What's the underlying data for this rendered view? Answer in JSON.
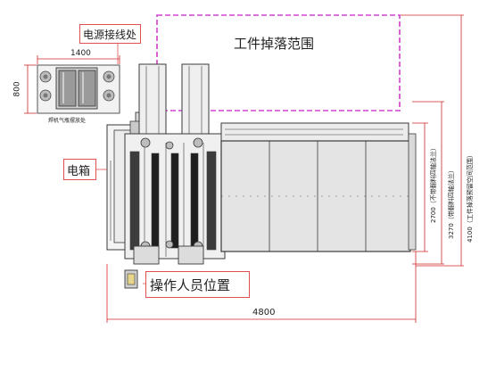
{
  "labels": {
    "fall_range": "工件掉落范围",
    "power_connection": "电源接线处",
    "electric_box": "电箱",
    "operator_position": "操作人员位置",
    "welder_pump": "焊机气瓶摆放处"
  },
  "dimensions": {
    "width_1400": "1400",
    "height_800": "800",
    "width_4800": "4800",
    "dim_2700": "2700（不带翻料四轴法兰）",
    "dim_3270": "3270（带翻料四轴法兰）",
    "dim_4100": "4100（工件掉落预留空间范围）"
  },
  "colors": {
    "dimension_line": "#d02828",
    "fall_range_box": "#d040d0",
    "callout_border": "#e05050",
    "machine_line": "#3a3a3a",
    "bed_fill": "#e4e4e4"
  }
}
